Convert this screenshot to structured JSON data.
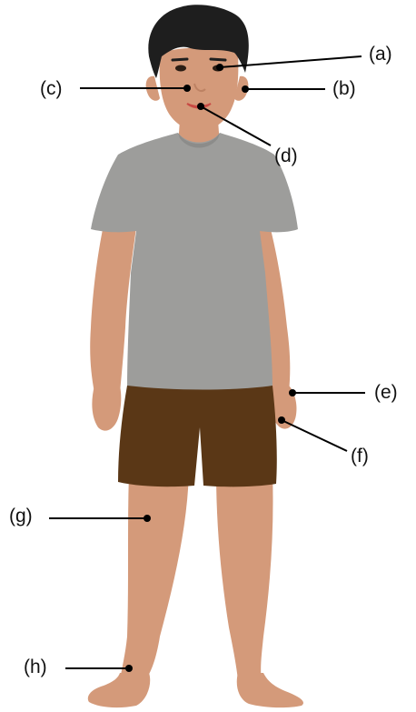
{
  "figure": {
    "colors": {
      "skin": "#d49a7a",
      "skin_shadow": "#bd8263",
      "hair": "#1e1e1e",
      "shirt": "#9d9d9b",
      "shirt_shadow": "#8c8c8a",
      "shorts": "#5a3716",
      "shorts_shadow": "#472a10",
      "lips": "#c84a44",
      "eyes": "#2b1d14",
      "pointer": "#000000"
    }
  },
  "labels": [
    {
      "id": "a",
      "text": "(a)",
      "part": "eye"
    },
    {
      "id": "b",
      "text": "(b)",
      "part": "ear"
    },
    {
      "id": "c",
      "text": "(c)",
      "part": "nose"
    },
    {
      "id": "d",
      "text": "(d)",
      "part": "mouth"
    },
    {
      "id": "e",
      "text": "(e)",
      "part": "hand"
    },
    {
      "id": "f",
      "text": "(f)",
      "part": "fingers"
    },
    {
      "id": "g",
      "text": "(g)",
      "part": "leg"
    },
    {
      "id": "h",
      "text": "(h)",
      "part": "foot"
    }
  ]
}
